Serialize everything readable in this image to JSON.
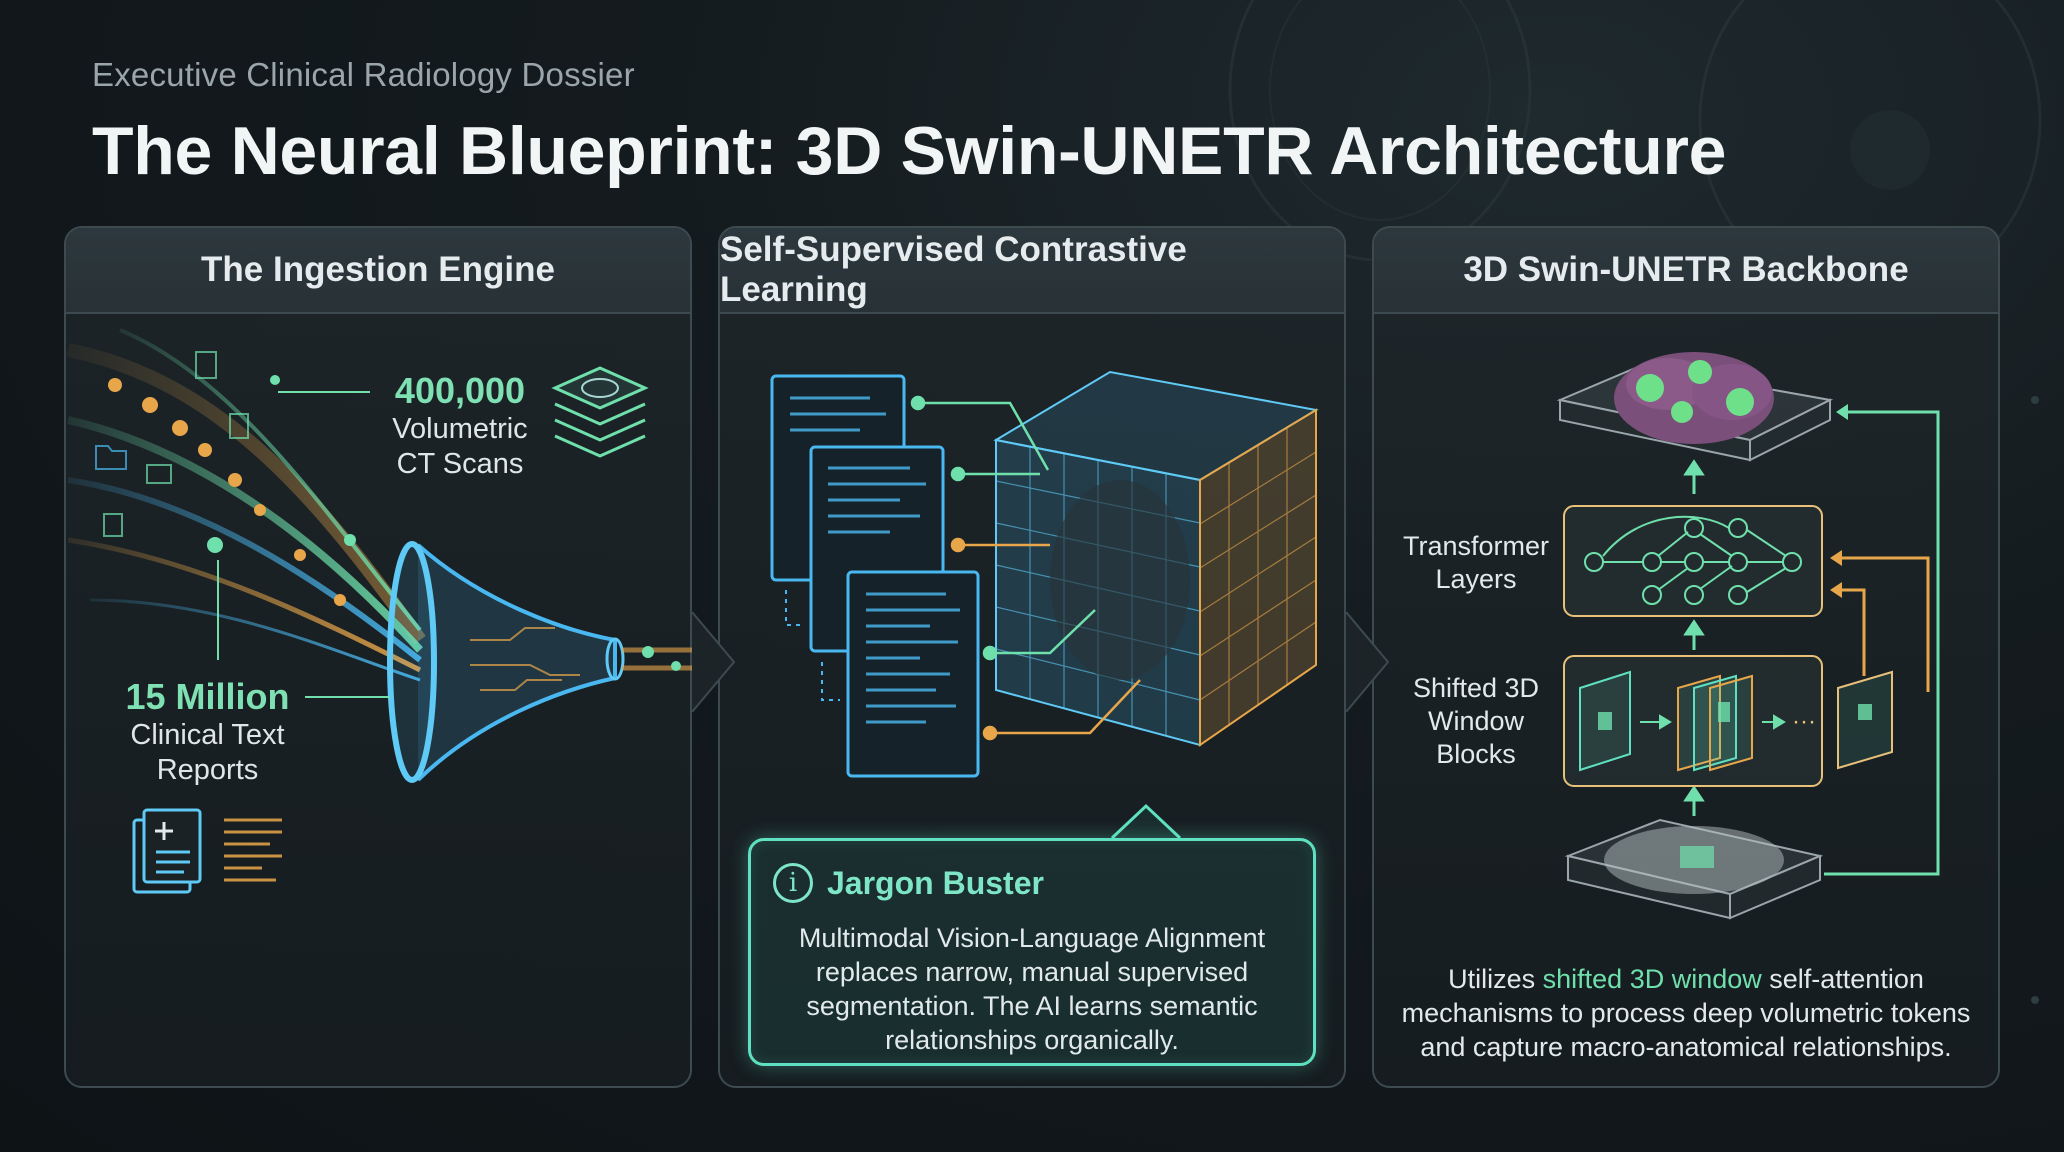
{
  "header": {
    "kicker": "Executive Clinical Radiology Dossier",
    "title": "The Neural Blueprint: 3D Swin-UNETR Architecture"
  },
  "panels": [
    {
      "title": "The Ingestion Engine",
      "stat1": {
        "value": "400,000",
        "label_line1": "Volumetric",
        "label_line2": "CT Scans"
      },
      "stat2": {
        "value": "15 Million",
        "label_line1": "Clinical Text",
        "label_line2": "Reports"
      }
    },
    {
      "title": "Self-Supervised Contrastive Learning",
      "jargon": {
        "title": "Jargon Buster",
        "icon_glyph": "i",
        "body_line1": "Multimodal Vision-Language Alignment",
        "body_line2": "replaces narrow, manual supervised",
        "body_line3": "segmentation. The AI learns semantic",
        "body_line4": "relationships organically."
      }
    },
    {
      "title": "3D Swin-UNETR Backbone",
      "label_transformer_1": "Transformer",
      "label_transformer_2": "Layers",
      "label_window_1": "Shifted 3D",
      "label_window_2": "Window",
      "label_window_3": "Blocks",
      "caption_pre": "Utilizes ",
      "caption_highlight": "shifted 3D window",
      "caption_post": " self-attention",
      "caption_line2": "mechanisms to process deep volumetric tokens",
      "caption_line3": "and capture macro-anatomical relationships.",
      "ellipsis": "···"
    }
  ],
  "icons": [
    "document-icon",
    "folder-icon",
    "funnel-icon",
    "ct-scan-stack-icon",
    "report-stack-icon",
    "info-icon",
    "brain-icon",
    "cube-icon"
  ],
  "colors": {
    "accent_green": "#7ee0b3",
    "accent_cyan": "#5fe0c0",
    "accent_orange": "#e8a64a",
    "accent_blue": "#4ab8f0"
  }
}
